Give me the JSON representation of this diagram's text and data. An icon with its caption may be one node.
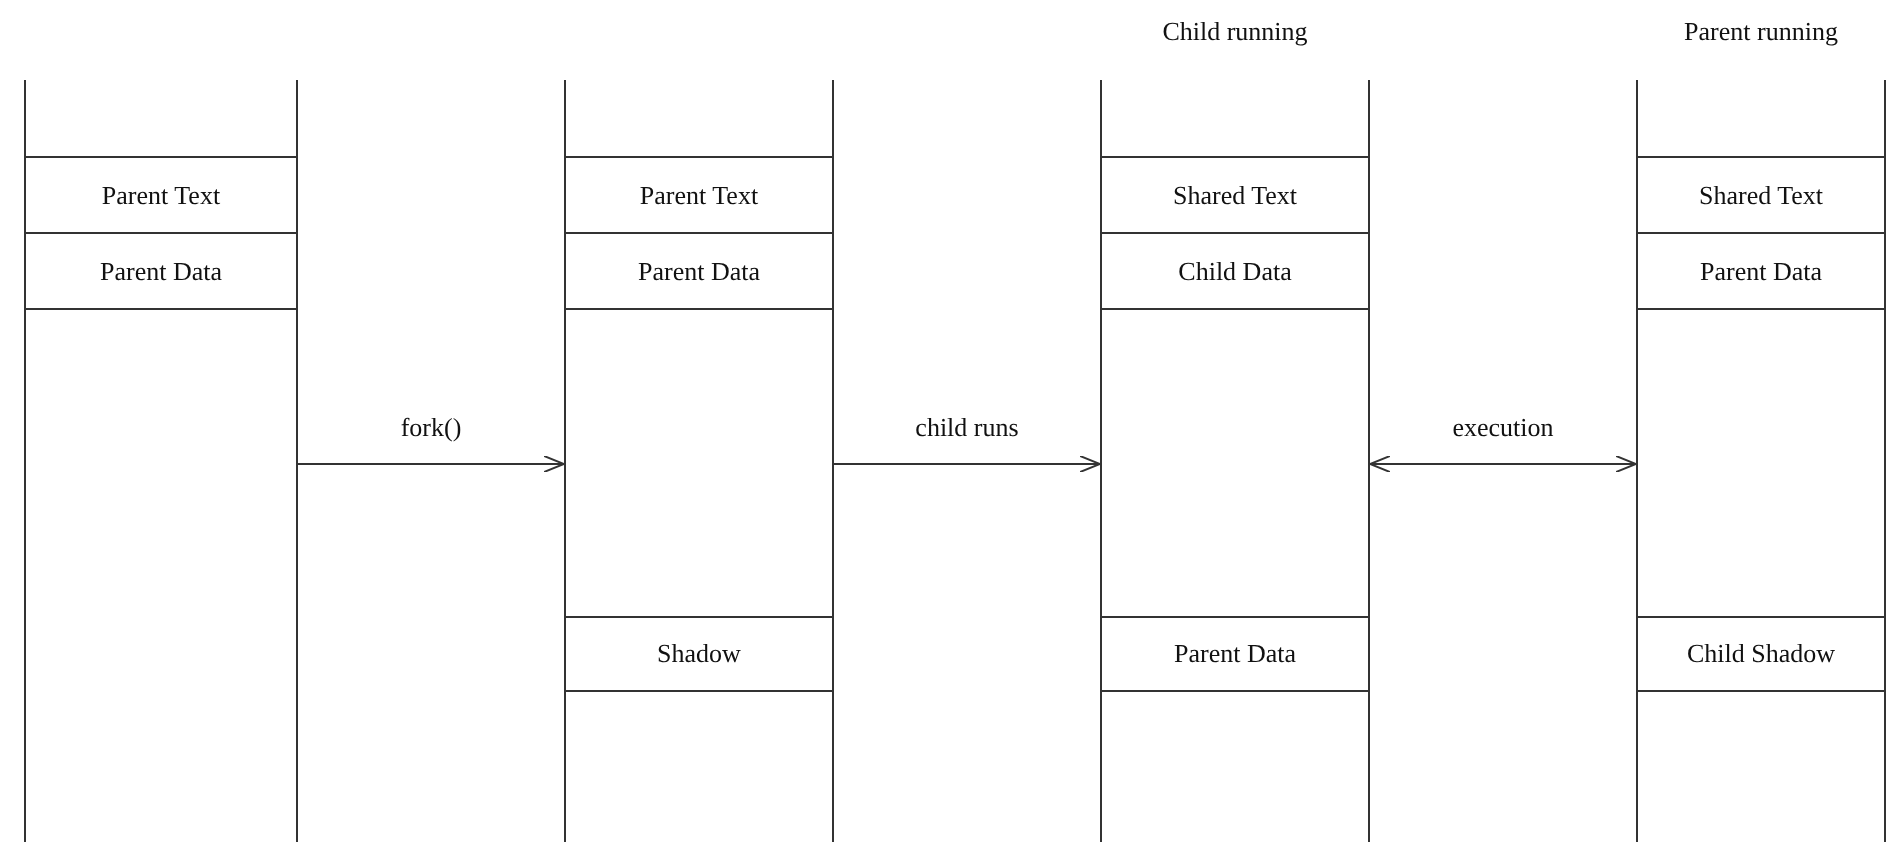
{
  "diagram": {
    "nodes": [
      {
        "text": [],
        "shape": "box"
      },
      {
        "text": [
          "Parent Text"
        ],
        "in": 0
      },
      {
        "text": [
          "Parent Data"
        ],
        "in": 0
      },
      {
        "text": [],
        "shape": "box"
      },
      {
        "text": [
          "Parent Text"
        ],
        "in": 3
      },
      {
        "text": [
          "Parent Data"
        ],
        "in": 3
      },
      {
        "text": [
          "Shadow"
        ],
        "in": 3
      },
      {
        "text": [],
        "shape": "box",
        "beside": [
          "Child running"
        ]
      },
      {
        "text": [
          "Shared Text"
        ],
        "in": 7
      },
      {
        "text": [
          "Child Data"
        ],
        "in": 7
      },
      {
        "text": [
          "Parent Data"
        ],
        "in": 7
      },
      {
        "text": [],
        "shape": "box",
        "beside": [
          "Parent running"
        ]
      },
      {
        "text": [
          "Shared Text"
        ],
        "in": 11
      },
      {
        "text": [
          "Parent Data"
        ],
        "in": 11
      },
      {
        "text": [
          "Child Shadow"
        ],
        "in": 11
      }
    ],
    "edges": [
      {
        "from": 0,
        "to": 3,
        "arrow": "to",
        "label": "fork()"
      },
      {
        "from": 3,
        "to": 7,
        "arrow": "to",
        "label": "child runs"
      },
      {
        "from": 7,
        "to": 11,
        "arrow": "both",
        "label": "execution"
      }
    ]
  }
}
